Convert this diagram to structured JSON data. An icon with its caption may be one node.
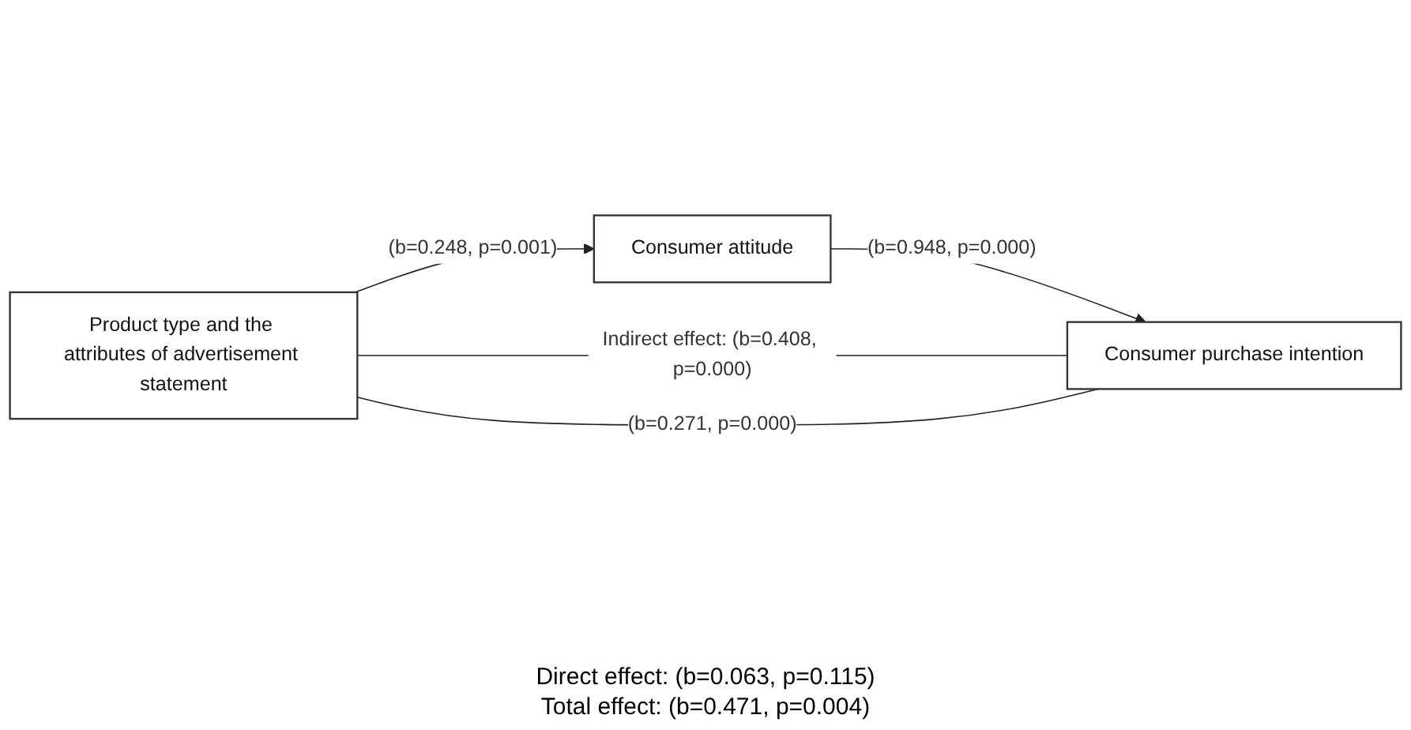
{
  "diagram": {
    "nodes": [
      {
        "text": [
          "Product type and the attributes of advertisement statement"
        ]
      },
      {
        "text": [
          "Consumer attitude"
        ]
      },
      {
        "text": [
          "Consumer purchase intention"
        ]
      }
    ],
    "edges": [
      {
        "from": 0,
        "to": 1,
        "arrow": "to",
        "label": "(b=0.248, p=0.001)"
      },
      {
        "from": 1,
        "to": 2,
        "arrow": "to",
        "label": "(b=0.948, p=0.000)"
      },
      {
        "from": 0,
        "to": 2,
        "arrow": "none",
        "label": "Indirect effect: (b=0.408, p=0.000)"
      },
      {
        "from": 0,
        "to": 2,
        "arrow": "none",
        "label": "(b=0.271, p=0.000)"
      }
    ],
    "labels": [
      "Direct effect: (b=0.063, p=0.115)",
      "Total effect: (b=0.471, p=0.004)"
    ]
  }
}
